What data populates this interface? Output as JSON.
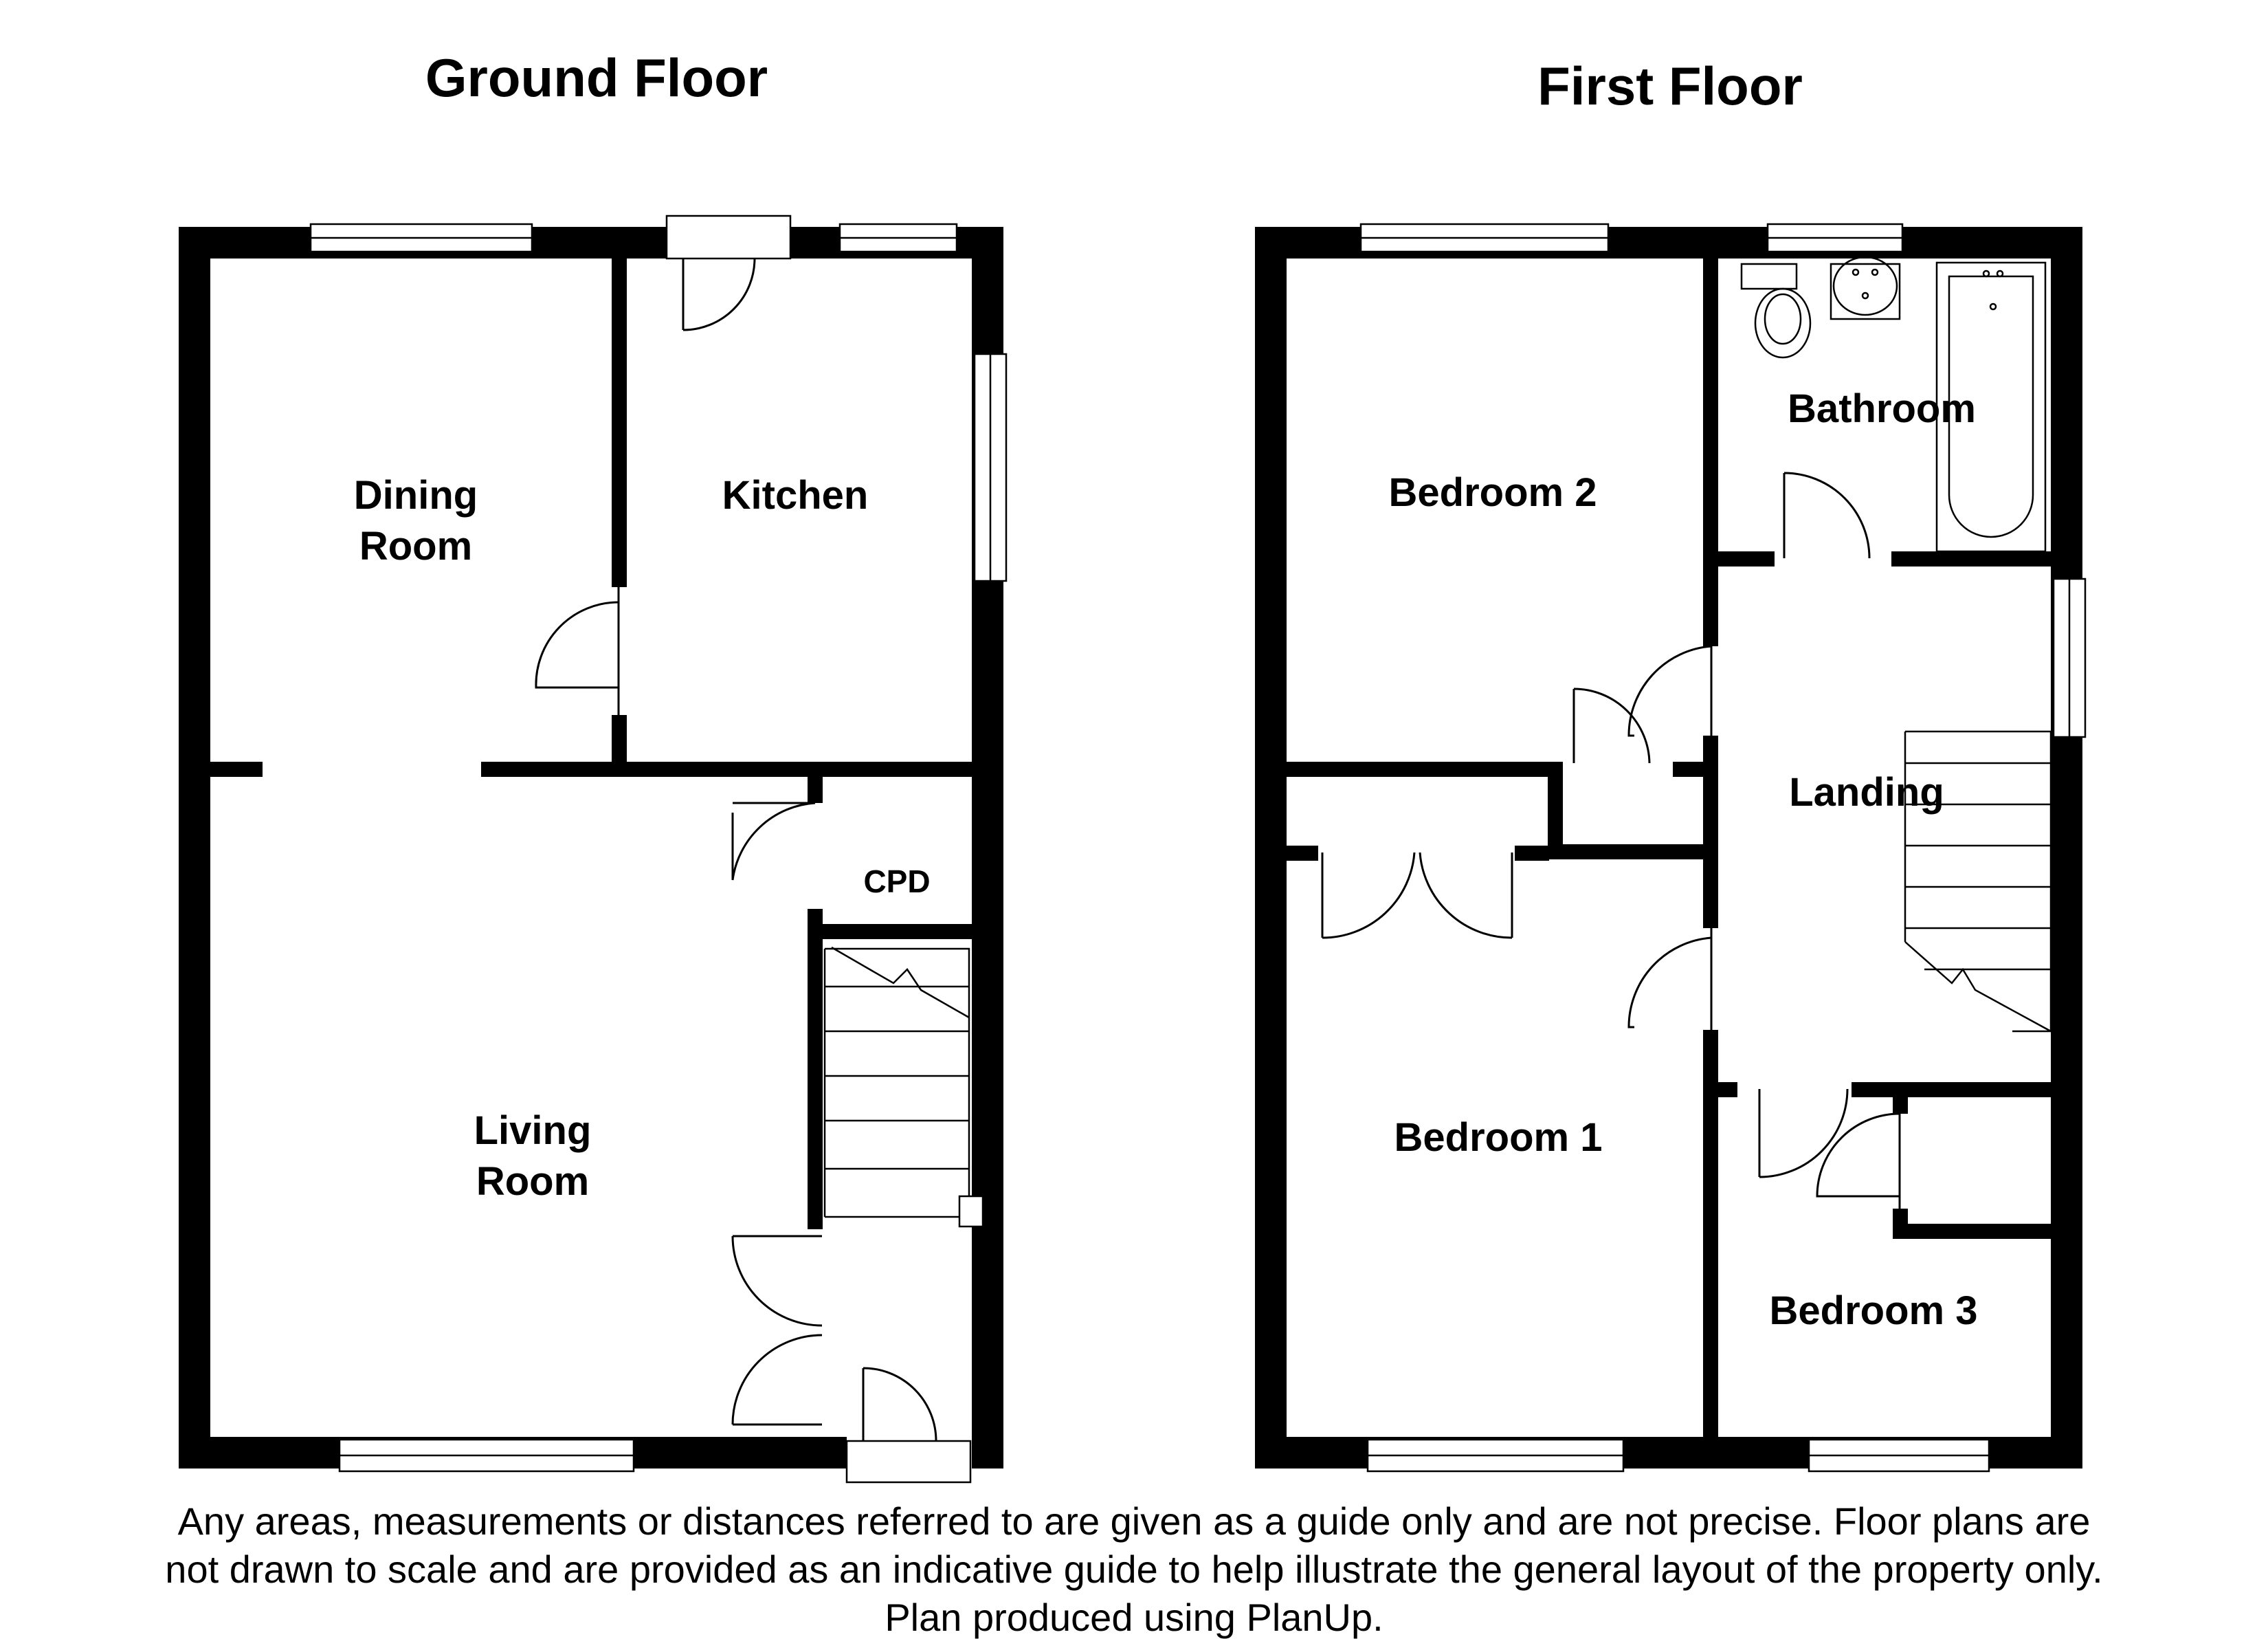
{
  "floors": {
    "ground": {
      "title": "Ground Floor",
      "rooms": {
        "dining_line1": "Dining",
        "dining_line2": "Room",
        "kitchen": "Kitchen",
        "cpd": "CPD",
        "living_line1": "Living",
        "living_line2": "Room"
      }
    },
    "first": {
      "title": "First Floor",
      "rooms": {
        "bedroom2": "Bedroom 2",
        "bathroom": "Bathroom",
        "landing": "Landing",
        "bedroom1": "Bedroom 1",
        "bedroom3": "Bedroom 3"
      }
    }
  },
  "disclaimer": {
    "line1": "Any areas, measurements or distances referred to are given as a guide only and are not precise. Floor plans are",
    "line2": "not drawn to scale and are provided as an indicative guide to help illustrate the general layout of the property only.",
    "line3": "Plan produced using PlanUp."
  },
  "colors": {
    "walls": "#000000",
    "background": "#ffffff"
  }
}
